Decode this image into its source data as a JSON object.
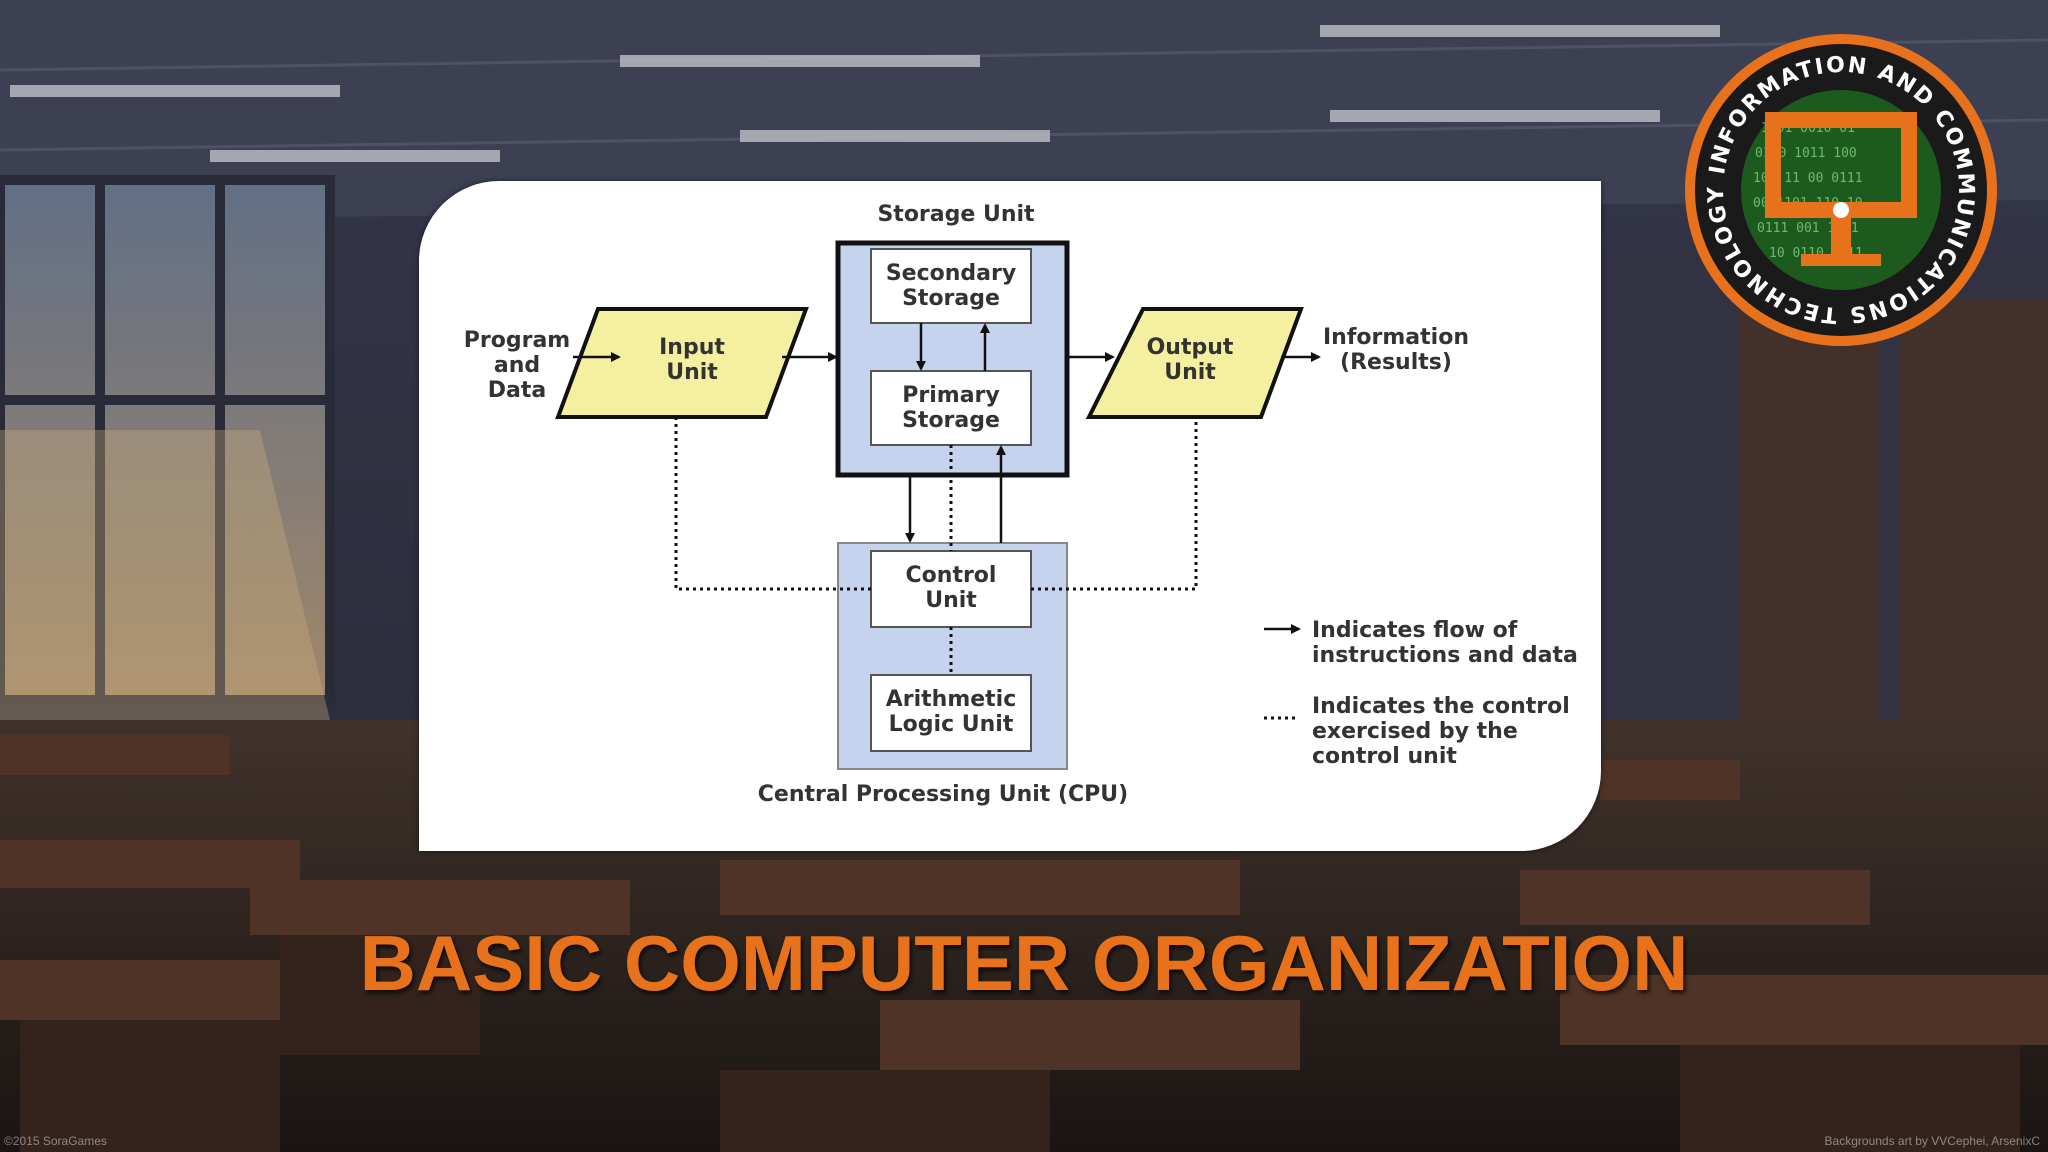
{
  "slide": {
    "title": "BASIC COMPUTER ORGANIZATION",
    "title_color": "#E8721C",
    "credit_left": "©2015 SoraGames",
    "credit_right": "Backgrounds art by VVCephei, ArsenixC"
  },
  "logo": {
    "ring_text": "INFORMATION AND COMMUNICATIONS TECHNOLOGY",
    "ring_color": "#E8721C",
    "icon": "computer-monitor-icon"
  },
  "diagram": {
    "storage_unit_label": "Storage Unit",
    "secondary_storage": [
      "Secondary",
      "Storage"
    ],
    "primary_storage": [
      "Primary",
      "Storage"
    ],
    "input_source": [
      "Program",
      "and",
      "Data"
    ],
    "input_unit": [
      "Input",
      "Unit"
    ],
    "output_unit": [
      "Output",
      "Unit"
    ],
    "output_result": [
      "Information",
      "(Results)"
    ],
    "control_unit": [
      "Control",
      "Unit"
    ],
    "alu": [
      "Arithmetic",
      "Logic Unit"
    ],
    "cpu_label": "Central Processing Unit (CPU)",
    "legend": {
      "flow": [
        "Indicates flow of",
        "instructions and data"
      ],
      "control": [
        "Indicates the control",
        "exercised by the",
        "control unit"
      ]
    },
    "colors": {
      "unit_fill": "#F5F0A0",
      "block_fill": "#C5D3EE"
    }
  }
}
